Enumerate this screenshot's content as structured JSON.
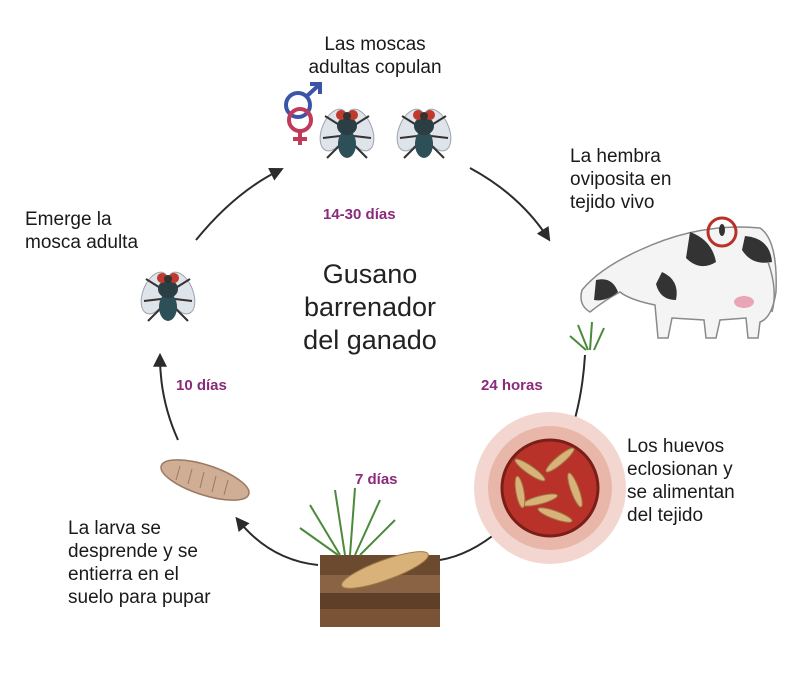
{
  "title": "Gusano\nbarrenador\ndel ganado",
  "stages": {
    "mating": "Las moscas\nadultas copulan",
    "oviposit": "La hembra\noviposita en\ntejido vivo",
    "hatch": "Los huevos\neclosionan y\nse alimentan\ndel tejido",
    "larva_drop": "La larva se\ndesprende y se\nentierra en el\nsuelo para pupar",
    "emerge": "Emerge la\nmosca adulta"
  },
  "durations": {
    "adult": "14-30 días",
    "egg": "24 horas",
    "larva": "7 días",
    "pupa": "10 días"
  },
  "icons": [
    "male-symbol-icon",
    "female-symbol-icon",
    "fly-icon",
    "cow-icon",
    "wound-icon",
    "soil-icon",
    "pupa-icon",
    "grass-icon"
  ],
  "colors": {
    "duration_text": "#8a2a7a",
    "male_symbol": "#3a55a8",
    "female_symbol": "#c23a5a",
    "wound": "#b8322a"
  }
}
